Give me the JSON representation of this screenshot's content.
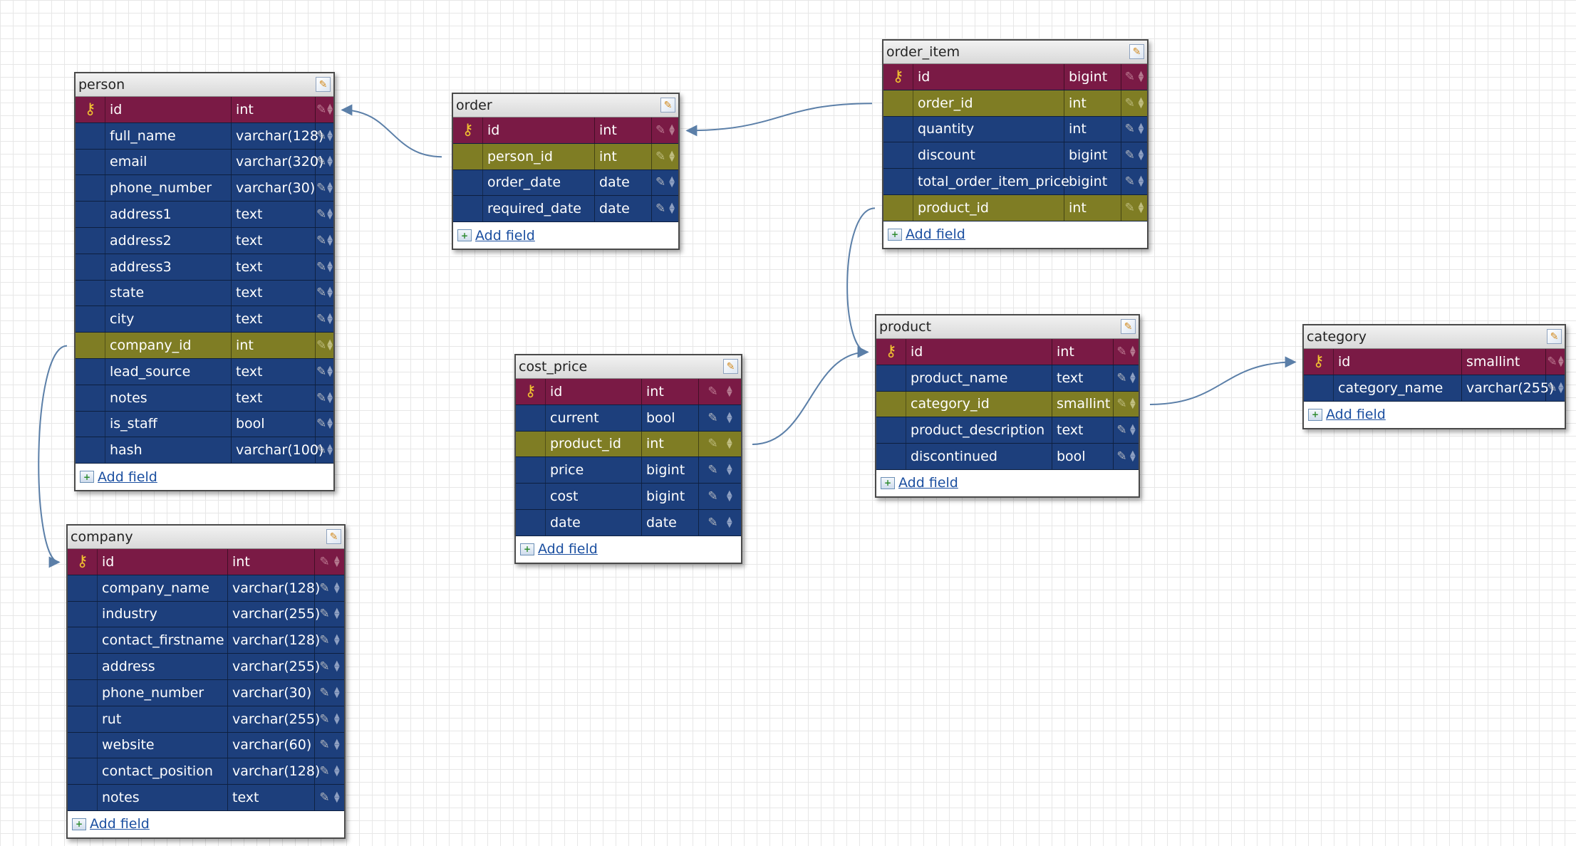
{
  "tables": [
    {
      "key": "person",
      "name": "person",
      "add_label": "Add field",
      "fields": [
        {
          "name": "id",
          "type": "int",
          "kind": "pk"
        },
        {
          "name": "full_name",
          "type": "varchar(128)",
          "kind": "normal"
        },
        {
          "name": "email",
          "type": "varchar(320)",
          "kind": "normal"
        },
        {
          "name": "phone_number",
          "type": "varchar(30)",
          "kind": "normal"
        },
        {
          "name": "address1",
          "type": "text",
          "kind": "normal"
        },
        {
          "name": "address2",
          "type": "text",
          "kind": "normal"
        },
        {
          "name": "address3",
          "type": "text",
          "kind": "normal"
        },
        {
          "name": "state",
          "type": "text",
          "kind": "normal"
        },
        {
          "name": "city",
          "type": "text",
          "kind": "normal"
        },
        {
          "name": "company_id",
          "type": "int",
          "kind": "fk"
        },
        {
          "name": "lead_source",
          "type": "text",
          "kind": "normal"
        },
        {
          "name": "notes",
          "type": "text",
          "kind": "normal"
        },
        {
          "name": "is_staff",
          "type": "bool",
          "kind": "normal"
        },
        {
          "name": "hash",
          "type": "varchar(100)",
          "kind": "normal"
        }
      ]
    },
    {
      "key": "order",
      "name": "order",
      "add_label": "Add field",
      "fields": [
        {
          "name": "id",
          "type": "int",
          "kind": "pk"
        },
        {
          "name": "person_id",
          "type": "int",
          "kind": "fk"
        },
        {
          "name": "order_date",
          "type": "date",
          "kind": "normal"
        },
        {
          "name": "required_date",
          "type": "date",
          "kind": "normal"
        }
      ]
    },
    {
      "key": "order_item",
      "name": "order_item",
      "add_label": "Add field",
      "fields": [
        {
          "name": "id",
          "type": "bigint",
          "kind": "pk"
        },
        {
          "name": "order_id",
          "type": "int",
          "kind": "fk"
        },
        {
          "name": "quantity",
          "type": "int",
          "kind": "normal"
        },
        {
          "name": "discount",
          "type": "bigint",
          "kind": "normal"
        },
        {
          "name": "total_order_item_price",
          "type": "bigint",
          "kind": "normal"
        },
        {
          "name": "product_id",
          "type": "int",
          "kind": "fk"
        }
      ]
    },
    {
      "key": "cost_price",
      "name": "cost_price",
      "add_label": "Add field",
      "fields": [
        {
          "name": "id",
          "type": "int",
          "kind": "pk"
        },
        {
          "name": "current",
          "type": "bool",
          "kind": "normal"
        },
        {
          "name": "product_id",
          "type": "int",
          "kind": "fk"
        },
        {
          "name": "price",
          "type": "bigint",
          "kind": "normal"
        },
        {
          "name": "cost",
          "type": "bigint",
          "kind": "normal"
        },
        {
          "name": "date",
          "type": "date",
          "kind": "normal"
        }
      ]
    },
    {
      "key": "product",
      "name": "product",
      "add_label": "Add field",
      "fields": [
        {
          "name": "id",
          "type": "int",
          "kind": "pk"
        },
        {
          "name": "product_name",
          "type": "text",
          "kind": "normal"
        },
        {
          "name": "category_id",
          "type": "smallint",
          "kind": "fk"
        },
        {
          "name": "product_description",
          "type": "text",
          "kind": "normal"
        },
        {
          "name": "discontinued",
          "type": "bool",
          "kind": "normal"
        }
      ]
    },
    {
      "key": "category",
      "name": "category",
      "add_label": "Add field",
      "fields": [
        {
          "name": "id",
          "type": "smallint",
          "kind": "pk"
        },
        {
          "name": "category_name",
          "type": "varchar(255)",
          "kind": "normal"
        }
      ]
    },
    {
      "key": "company",
      "name": "company",
      "add_label": "Add field",
      "fields": [
        {
          "name": "id",
          "type": "int",
          "kind": "pk"
        },
        {
          "name": "company_name",
          "type": "varchar(128)",
          "kind": "normal"
        },
        {
          "name": "industry",
          "type": "varchar(255)",
          "kind": "normal"
        },
        {
          "name": "contact_firstname",
          "type": "varchar(128)",
          "kind": "normal"
        },
        {
          "name": "address",
          "type": "varchar(255)",
          "kind": "normal"
        },
        {
          "name": "phone_number",
          "type": "varchar(30)",
          "kind": "normal"
        },
        {
          "name": "rut",
          "type": "varchar(255)",
          "kind": "normal"
        },
        {
          "name": "website",
          "type": "varchar(60)",
          "kind": "normal"
        },
        {
          "name": "contact_position",
          "type": "varchar(128)",
          "kind": "normal"
        },
        {
          "name": "notes",
          "type": "text",
          "kind": "normal"
        }
      ]
    }
  ],
  "relations": [
    {
      "from": "order.person_id",
      "to": "person.id"
    },
    {
      "from": "order_item.order_id",
      "to": "order.id"
    },
    {
      "from": "order_item.product_id",
      "to": "product.id"
    },
    {
      "from": "cost_price.product_id",
      "to": "product.id"
    },
    {
      "from": "product.category_id",
      "to": "category.id"
    },
    {
      "from": "person.company_id",
      "to": "company.id"
    }
  ],
  "colors": {
    "primary_key_row": "#7a1a45",
    "foreign_key_row": "#7f7d24",
    "normal_row": "#1d3f7c",
    "relation_line": "#5b7fa8"
  },
  "icons": {
    "primary_key": "key-icon",
    "edit_row": "pencil-icon",
    "reorder": "move-icon",
    "edit_table": "edit-table-icon",
    "add_field": "add-field-icon"
  }
}
